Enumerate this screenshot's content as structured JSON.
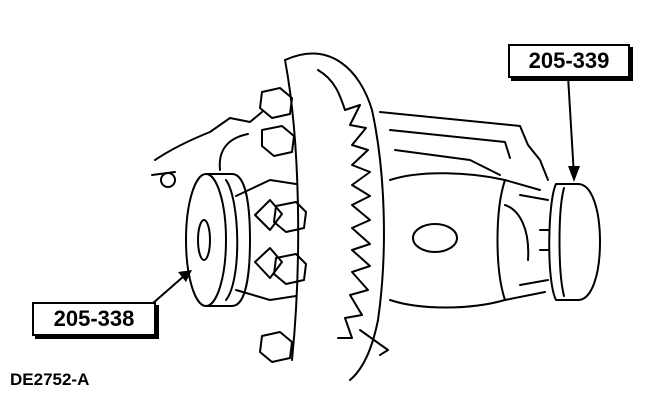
{
  "callouts": {
    "left": "205-338",
    "right": "205-339"
  },
  "figure_id": "DE2752-A",
  "colors": {
    "ink": "#000000",
    "paper": "#ffffff"
  }
}
